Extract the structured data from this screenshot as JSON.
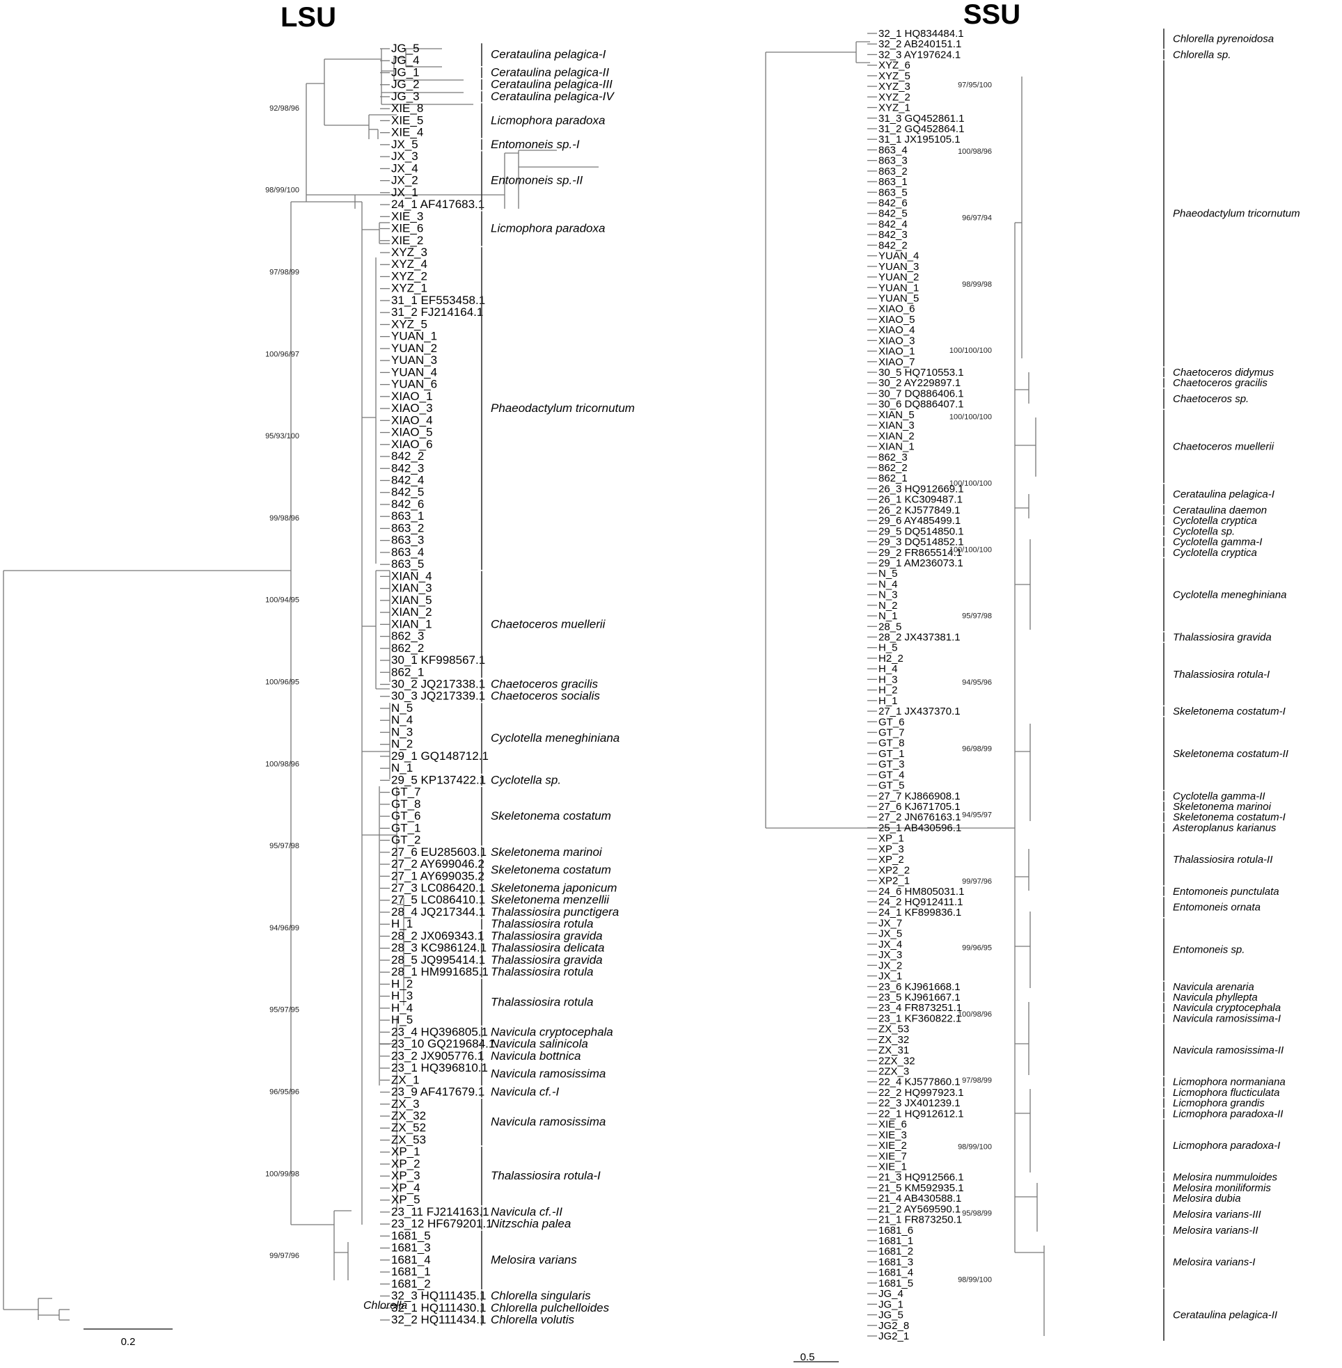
{
  "panels": [
    {
      "title": "LSU",
      "scale": "0.2",
      "leaves": [
        [
          "JG_5",
          "Cerataulina pelagica-I"
        ],
        [
          "JG_4",
          ""
        ],
        [
          "JG_1",
          "Cerataulina pelagica-II"
        ],
        [
          "JG_2",
          "Cerataulina pelagica-III"
        ],
        [
          "JG_3",
          "Cerataulina pelagica-IV"
        ],
        [
          "XIE_8",
          "Licmophora paradoxa"
        ],
        [
          "XIE_5",
          ""
        ],
        [
          "XIE_4",
          ""
        ],
        [
          "JX_5",
          "Entomoneis sp.-I"
        ],
        [
          "JX_3",
          "Entomoneis sp.-II"
        ],
        [
          "JX_4",
          ""
        ],
        [
          "JX_2",
          ""
        ],
        [
          "JX_1",
          ""
        ],
        [
          "24_1 AF417683.1",
          ""
        ],
        [
          "XIE_3",
          "Licmophora paradoxa"
        ],
        [
          "XIE_6",
          ""
        ],
        [
          "XIE_2",
          ""
        ],
        [
          "XYZ_3",
          "Phaeodactylum tricornutum"
        ],
        [
          "XYZ_4",
          ""
        ],
        [
          "XYZ_2",
          ""
        ],
        [
          "XYZ_1",
          ""
        ],
        [
          "31_1 EF553458.1",
          ""
        ],
        [
          "31_2 FJ214164.1",
          ""
        ],
        [
          "XYZ_5",
          ""
        ],
        [
          "YUAN_1",
          ""
        ],
        [
          "YUAN_2",
          ""
        ],
        [
          "YUAN_3",
          ""
        ],
        [
          "YUAN_4",
          ""
        ],
        [
          "YUAN_6",
          ""
        ],
        [
          "XIAO_1",
          ""
        ],
        [
          "XIAO_3",
          ""
        ],
        [
          "XIAO_4",
          ""
        ],
        [
          "XIAO_5",
          ""
        ],
        [
          "XIAO_6",
          ""
        ],
        [
          "842_2",
          ""
        ],
        [
          "842_3",
          ""
        ],
        [
          "842_4",
          ""
        ],
        [
          "842_5",
          ""
        ],
        [
          "842_6",
          ""
        ],
        [
          "863_1",
          ""
        ],
        [
          "863_2",
          ""
        ],
        [
          "863_3",
          ""
        ],
        [
          "863_4",
          ""
        ],
        [
          "863_5",
          ""
        ],
        [
          "XIAN_4",
          "Chaetoceros muellerii"
        ],
        [
          "XIAN_3",
          ""
        ],
        [
          "XIAN_5",
          ""
        ],
        [
          "XIAN_2",
          ""
        ],
        [
          "XIAN_1",
          ""
        ],
        [
          "862_3",
          ""
        ],
        [
          "862_2",
          ""
        ],
        [
          "30_1 KF998567.1",
          ""
        ],
        [
          "862_1",
          ""
        ],
        [
          "30_2 JQ217338.1",
          "Chaetoceros gracilis"
        ],
        [
          "30_3 JQ217339.1",
          "Chaetoceros socialis"
        ],
        [
          "N_5",
          "Cyclotella meneghiniana"
        ],
        [
          "N_4",
          ""
        ],
        [
          "N_3",
          ""
        ],
        [
          "N_2",
          ""
        ],
        [
          "29_1 GQ148712.1",
          ""
        ],
        [
          "N_1",
          ""
        ],
        [
          "29_5 KP137422.1",
          "Cyclotella sp."
        ],
        [
          "GT_7",
          "Skeletonema costatum"
        ],
        [
          "GT_8",
          ""
        ],
        [
          "GT_6",
          ""
        ],
        [
          "GT_1",
          ""
        ],
        [
          "GT_2",
          ""
        ],
        [
          "27_6 EU285603.1",
          "Skeletonema marinoi"
        ],
        [
          "27_2 AY699046.2",
          "Skeletonema costatum"
        ],
        [
          "27_1 AY699035.2",
          ""
        ],
        [
          "27_3 LC086420.1",
          "Skeletonema japonicum"
        ],
        [
          "27_5 LC086410.1",
          "Skeletonema menzellii"
        ],
        [
          "28_4 JQ217344.1",
          "Thalassiosira punctigera"
        ],
        [
          "H_1",
          "Thalassiosira rotula"
        ],
        [
          "28_2 JX069343.1",
          "Thalassiosira gravida"
        ],
        [
          "28_3 KC986124.1",
          "Thalassiosira delicata"
        ],
        [
          "28_5 JQ995414.1",
          "Thalassiosira gravida"
        ],
        [
          "28_1 HM991685.1",
          "Thalassiosira rotula"
        ],
        [
          "H_2",
          "Thalassiosira rotula"
        ],
        [
          "H_3",
          ""
        ],
        [
          "H_4",
          ""
        ],
        [
          "H_5",
          ""
        ],
        [
          "23_4 HQ396805.1",
          "Navicula cryptocephala"
        ],
        [
          "23_10 GQ219684.1",
          "Navicula salinicola"
        ],
        [
          "23_2 JX905776.1",
          "Navicula bottnica"
        ],
        [
          "23_1 HQ396810.1",
          "Navicula ramosissima"
        ],
        [
          "ZX_1",
          ""
        ],
        [
          "23_9 AF417679.1",
          "Navicula cf.-I"
        ],
        [
          "ZX_3",
          "Navicula ramosissima"
        ],
        [
          "ZX_32",
          ""
        ],
        [
          "ZX_52",
          ""
        ],
        [
          "ZX_53",
          ""
        ],
        [
          "XP_1",
          "Thalassiosira rotula-I"
        ],
        [
          "XP_2",
          ""
        ],
        [
          "XP_3",
          ""
        ],
        [
          "XP_4",
          ""
        ],
        [
          "XP_5",
          ""
        ],
        [
          "23_11 FJ214163.1",
          "Navicula cf.-II"
        ],
        [
          "23_12 HF679201.1",
          "Nitzschia palea"
        ],
        [
          "1681_5",
          "Melosira varians"
        ],
        [
          "1681_3",
          ""
        ],
        [
          "1681_4",
          ""
        ],
        [
          "1681_1",
          ""
        ],
        [
          "1681_2",
          ""
        ],
        [
          "32_3 HQ111435.1",
          "Chlorella singularis"
        ],
        [
          "32_1 HQ111430.1",
          "Chlorella pulchelloides"
        ],
        [
          "32_2 HQ111434.1",
          "Chlorella volutis"
        ]
      ],
      "clade_labels": [
        "Chlorella"
      ],
      "supports": [
        "92/98/96",
        "98/99/100",
        "97/98/99",
        "100/96/97",
        "95/93/100",
        "99/98/96",
        "100/94/95",
        "100/96/95",
        "100/98/96",
        "95/97/98",
        "94/96/99",
        "95/97/95",
        "96/95/96",
        "100/99/98",
        "99/97/96"
      ]
    },
    {
      "title": "SSU",
      "scale": "0.5",
      "leaves": [
        [
          "32_1 HQ834484.1",
          "Chlorella pyrenoidosa"
        ],
        [
          "32_2 AB240151.1",
          ""
        ],
        [
          "32_3 AY197624.1",
          "Chlorella sp."
        ],
        [
          "XYZ_6",
          "Phaeodactylum tricornutum"
        ],
        [
          "XYZ_5",
          ""
        ],
        [
          "XYZ_3",
          ""
        ],
        [
          "XYZ_2",
          ""
        ],
        [
          "XYZ_1",
          ""
        ],
        [
          "31_3 GQ452861.1",
          ""
        ],
        [
          "31_2 GQ452864.1",
          ""
        ],
        [
          "31_1 JX195105.1",
          ""
        ],
        [
          "863_4",
          ""
        ],
        [
          "863_3",
          ""
        ],
        [
          "863_2",
          ""
        ],
        [
          "863_1",
          ""
        ],
        [
          "863_5",
          ""
        ],
        [
          "842_6",
          ""
        ],
        [
          "842_5",
          ""
        ],
        [
          "842_4",
          ""
        ],
        [
          "842_3",
          ""
        ],
        [
          "842_2",
          ""
        ],
        [
          "YUAN_4",
          ""
        ],
        [
          "YUAN_3",
          ""
        ],
        [
          "YUAN_2",
          ""
        ],
        [
          "YUAN_1",
          ""
        ],
        [
          "YUAN_5",
          ""
        ],
        [
          "XIAO_6",
          ""
        ],
        [
          "XIAO_5",
          ""
        ],
        [
          "XIAO_4",
          ""
        ],
        [
          "XIAO_3",
          ""
        ],
        [
          "XIAO_1",
          ""
        ],
        [
          "XIAO_7",
          ""
        ],
        [
          "30_5 HQ710553.1",
          "Chaetoceros didymus"
        ],
        [
          "30_2 AY229897.1",
          "Chaetoceros gracilis"
        ],
        [
          "30_7 DQ886406.1",
          "Chaetoceros sp."
        ],
        [
          "30_6 DQ886407.1",
          ""
        ],
        [
          "XIAN_5",
          "Chaetoceros muellerii"
        ],
        [
          "XIAN_3",
          ""
        ],
        [
          "XIAN_2",
          ""
        ],
        [
          "XIAN_1",
          ""
        ],
        [
          "862_3",
          ""
        ],
        [
          "862_2",
          ""
        ],
        [
          "862_1",
          ""
        ],
        [
          "26_3 HQ912669.1",
          "Cerataulina pelagica-I"
        ],
        [
          "26_1 KC309487.1",
          ""
        ],
        [
          "26_2 KJ577849.1",
          "Cerataulina daemon"
        ],
        [
          "29_6 AY485499.1",
          "Cyclotella cryptica"
        ],
        [
          "29_5 DQ514850.1",
          "Cyclotella sp."
        ],
        [
          "29_3 DQ514852.1",
          "Cyclotella gamma-I"
        ],
        [
          "29_2 FR865514.1",
          "Cyclotella cryptica"
        ],
        [
          "29_1 AM236073.1",
          "Cyclotella meneghiniana"
        ],
        [
          "N_5",
          ""
        ],
        [
          "N_4",
          ""
        ],
        [
          "N_3",
          ""
        ],
        [
          "N_2",
          ""
        ],
        [
          "N_1",
          ""
        ],
        [
          "28_5",
          ""
        ],
        [
          "28_2 JX437381.1",
          "Thalassiosira gravida"
        ],
        [
          "H_5",
          "Thalassiosira rotula-I"
        ],
        [
          "H2_2",
          ""
        ],
        [
          "H_4",
          ""
        ],
        [
          "H_3",
          ""
        ],
        [
          "H_2",
          ""
        ],
        [
          "H_1",
          ""
        ],
        [
          "27_1 JX437370.1",
          "Skeletonema costatum-I"
        ],
        [
          "GT_6",
          "Skeletonema costatum-II"
        ],
        [
          "GT_7",
          ""
        ],
        [
          "GT_8",
          ""
        ],
        [
          "GT_1",
          ""
        ],
        [
          "GT_3",
          ""
        ],
        [
          "GT_4",
          ""
        ],
        [
          "GT_5",
          ""
        ],
        [
          "27_7 KJ866908.1",
          "Cyclotella gamma-II"
        ],
        [
          "27_6 KJ671705.1",
          "Skeletonema marinoi"
        ],
        [
          "27_2 JN676163.1",
          "Skeletonema costatum-I"
        ],
        [
          "25_1 AB430596.1",
          "Asteroplanus karianus"
        ],
        [
          "XP_1",
          "Thalassiosira rotula-II"
        ],
        [
          "XP_3",
          ""
        ],
        [
          "XP_2",
          ""
        ],
        [
          "XP2_2",
          ""
        ],
        [
          "XP2_1",
          ""
        ],
        [
          "24_6 HM805031.1",
          "Entomoneis punctulata"
        ],
        [
          "24_2 HQ912411.1",
          "Entomoneis ornata"
        ],
        [
          "24_1 KF899836.1",
          ""
        ],
        [
          "JX_7",
          "Entomoneis sp."
        ],
        [
          "JX_5",
          ""
        ],
        [
          "JX_4",
          ""
        ],
        [
          "JX_3",
          ""
        ],
        [
          "JX_2",
          ""
        ],
        [
          "JX_1",
          ""
        ],
        [
          "23_6 KJ961668.1",
          "Navicula arenaria"
        ],
        [
          "23_5 KJ961667.1",
          "Navicula phyllepta"
        ],
        [
          "23_4 FR873251.1",
          "Navicula cryptocephala"
        ],
        [
          "23_1 KF360822.1",
          "Navicula ramosissima-I"
        ],
        [
          "ZX_53",
          "Navicula ramosissima-II"
        ],
        [
          "ZX_32",
          ""
        ],
        [
          "ZX_31",
          ""
        ],
        [
          "2ZX_32",
          ""
        ],
        [
          "2ZX_3",
          ""
        ],
        [
          "22_4 KJ577860.1",
          "Licmophora normaniana"
        ],
        [
          "22_2 HQ997923.1",
          "Licmophora flucticulata"
        ],
        [
          "22_3 JX401239.1",
          "Licmophora grandis"
        ],
        [
          "22_1 HQ912612.1",
          "Licmophora paradoxa-II"
        ],
        [
          "XIE_6",
          "Licmophora paradoxa-I"
        ],
        [
          "XIE_3",
          ""
        ],
        [
          "XIE_2",
          ""
        ],
        [
          "XIE_7",
          ""
        ],
        [
          "XIE_1",
          ""
        ],
        [
          "21_3 HQ912566.1",
          "Melosira nummuloides"
        ],
        [
          "21_5 KM592935.1",
          "Melosira moniliformis"
        ],
        [
          "21_4 AB430588.1",
          "Melosira dubia"
        ],
        [
          "21_2 AY569590.1",
          "Melosira varians-III"
        ],
        [
          "21_1 FR873250.1",
          ""
        ],
        [
          "1681_6",
          "Melosira varians-II"
        ],
        [
          "1681_1",
          "Melosira varians-I"
        ],
        [
          "1681_2",
          ""
        ],
        [
          "1681_3",
          ""
        ],
        [
          "1681_4",
          ""
        ],
        [
          "1681_5",
          ""
        ],
        [
          "JG_4",
          "Cerataulina pelagica-II"
        ],
        [
          "JG_1",
          ""
        ],
        [
          "JG_5",
          ""
        ],
        [
          "JG2_8",
          ""
        ],
        [
          "JG2_1",
          ""
        ]
      ],
      "clade_labels": [],
      "supports": [
        "97/95/100",
        "100/98/96",
        "96/97/94",
        "98/99/98",
        "100/100/100",
        "100/100/100",
        "100/100/100",
        "100/100/100",
        "95/97/98",
        "94/95/96",
        "96/98/99",
        "94/95/97",
        "99/97/96",
        "99/96/95",
        "100/98/96",
        "97/98/99",
        "98/99/100",
        "95/98/99",
        "98/99/100"
      ]
    }
  ]
}
